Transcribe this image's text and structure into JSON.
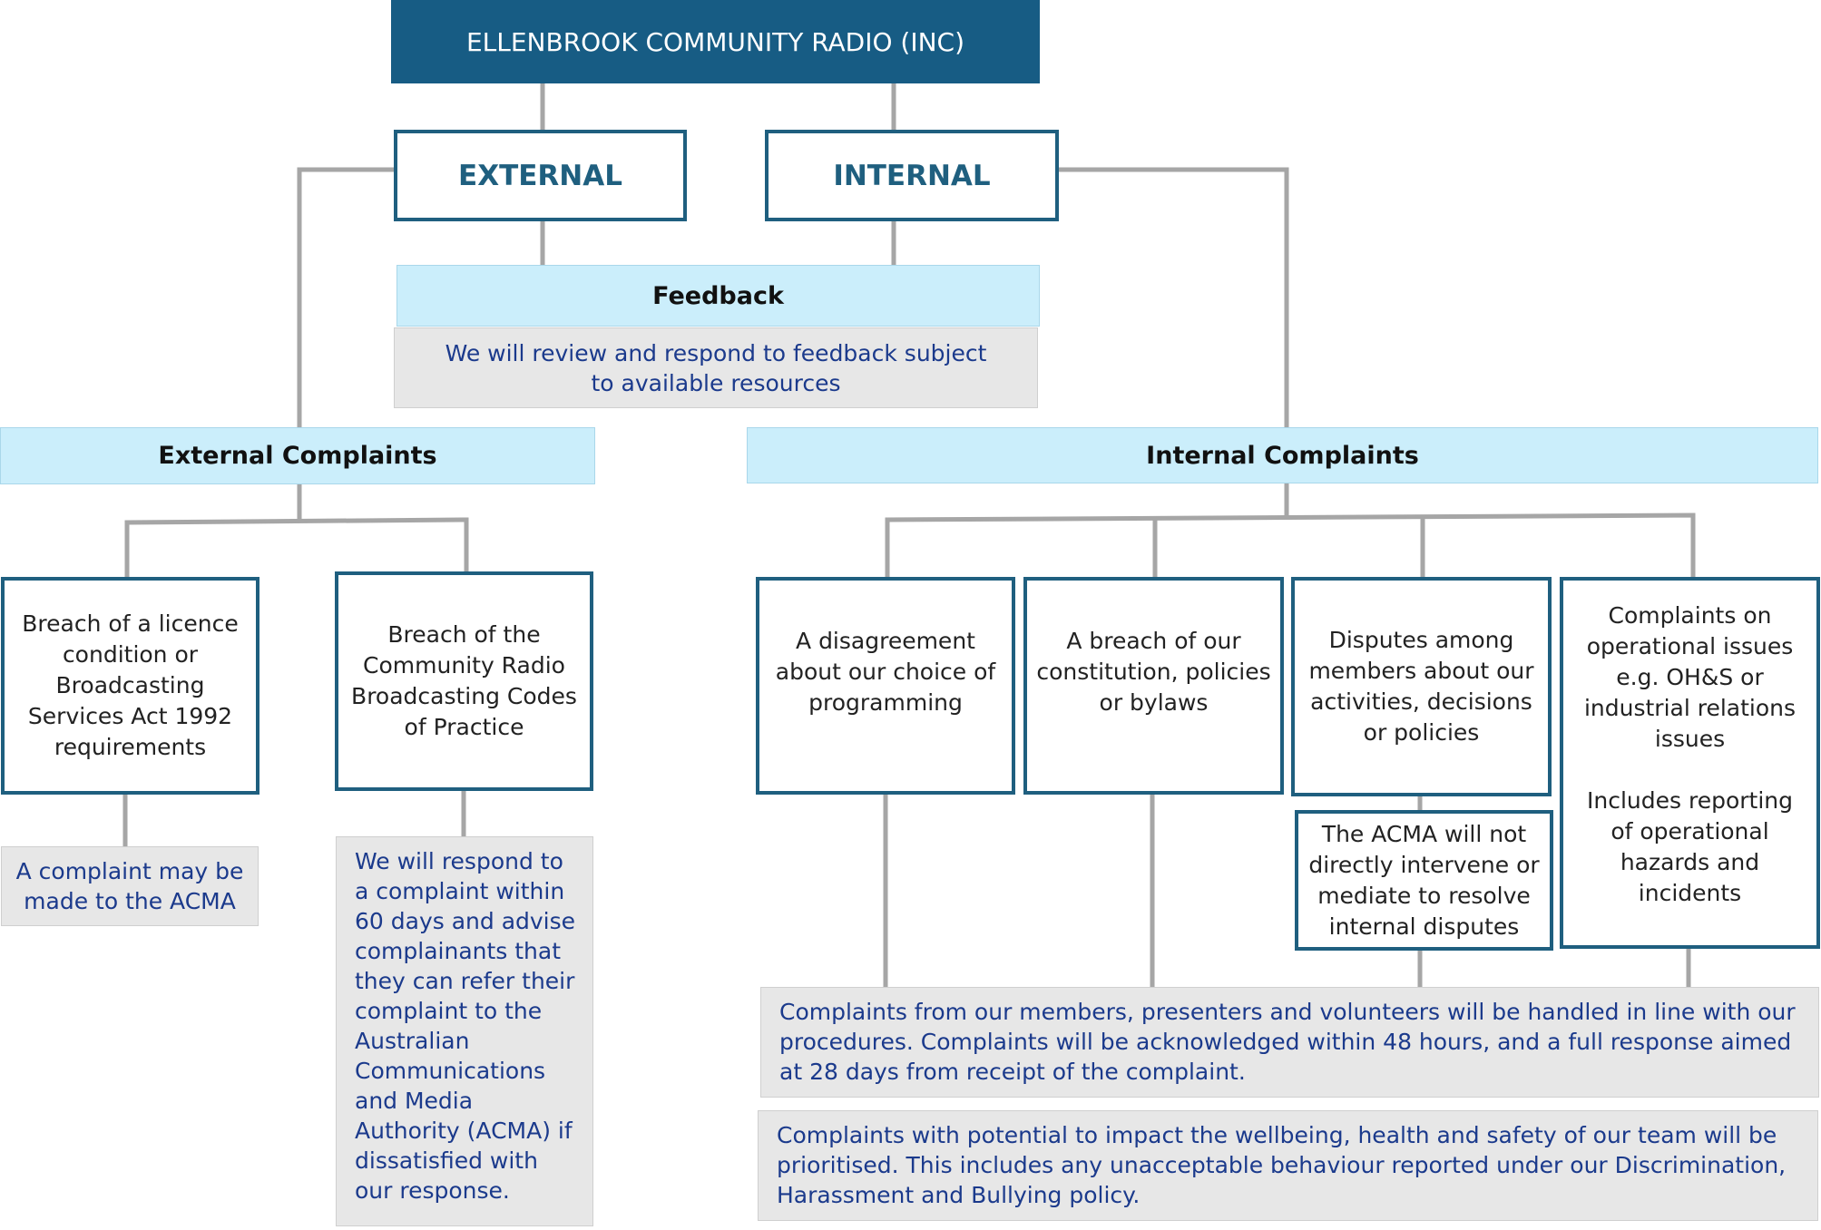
{
  "title": "ELLENBROOK COMMUNITY RADIO (INC)",
  "categories": {
    "external": "EXTERNAL",
    "internal": "INTERNAL"
  },
  "feedback": {
    "header": "Feedback",
    "description": "We will review and respond to feedback subject to available resources"
  },
  "external_complaints": {
    "header": "External Complaints",
    "items": [
      {
        "text": "Breach of a licence condition or Broadcasting Services Act 1992 requirements",
        "note": "A complaint may be made to the ACMA"
      },
      {
        "text": "Breach of the Community Radio Broadcasting Codes of Practice",
        "note": "We will respond to a complaint within 60 days and advise complainants that they can refer their complaint to the Australian Communications and Media Authority (ACMA) if dissatisfied with our response."
      }
    ]
  },
  "internal_complaints": {
    "header": "Internal Complaints",
    "items": [
      {
        "text": "A disagreement about our choice of programming"
      },
      {
        "text": "A breach of our constitution, policies or bylaws"
      },
      {
        "text": "Disputes among members about our activities, decisions or policies",
        "note": "The ACMA will not directly intervene or mediate to resolve internal disputes"
      },
      {
        "text": "Complaints on operational issues e.g. OH&S or industrial relations issues\n\nIncludes reporting of  operational hazards  and incidents"
      }
    ],
    "procedure_note": "Complaints from our members, presenters and volunteers will be handled in line with our procedures.   Complaints will be acknowledged within 48 hours, and a full response aimed at 28 days from receipt of the complaint.",
    "priority_note": "Complaints with potential to impact the wellbeing, health and safety of our team will be prioritised. This includes any unacceptable behaviour reported under our Discrimination, Harassment and Bullying policy."
  },
  "colors": {
    "title_fill": "#175c84",
    "box_border": "#1f5f7f",
    "band_fill": "#cbeefb",
    "note_fill": "#e7e7e7",
    "note_text": "#1b3a8c",
    "connector": "#a6a6a6"
  }
}
